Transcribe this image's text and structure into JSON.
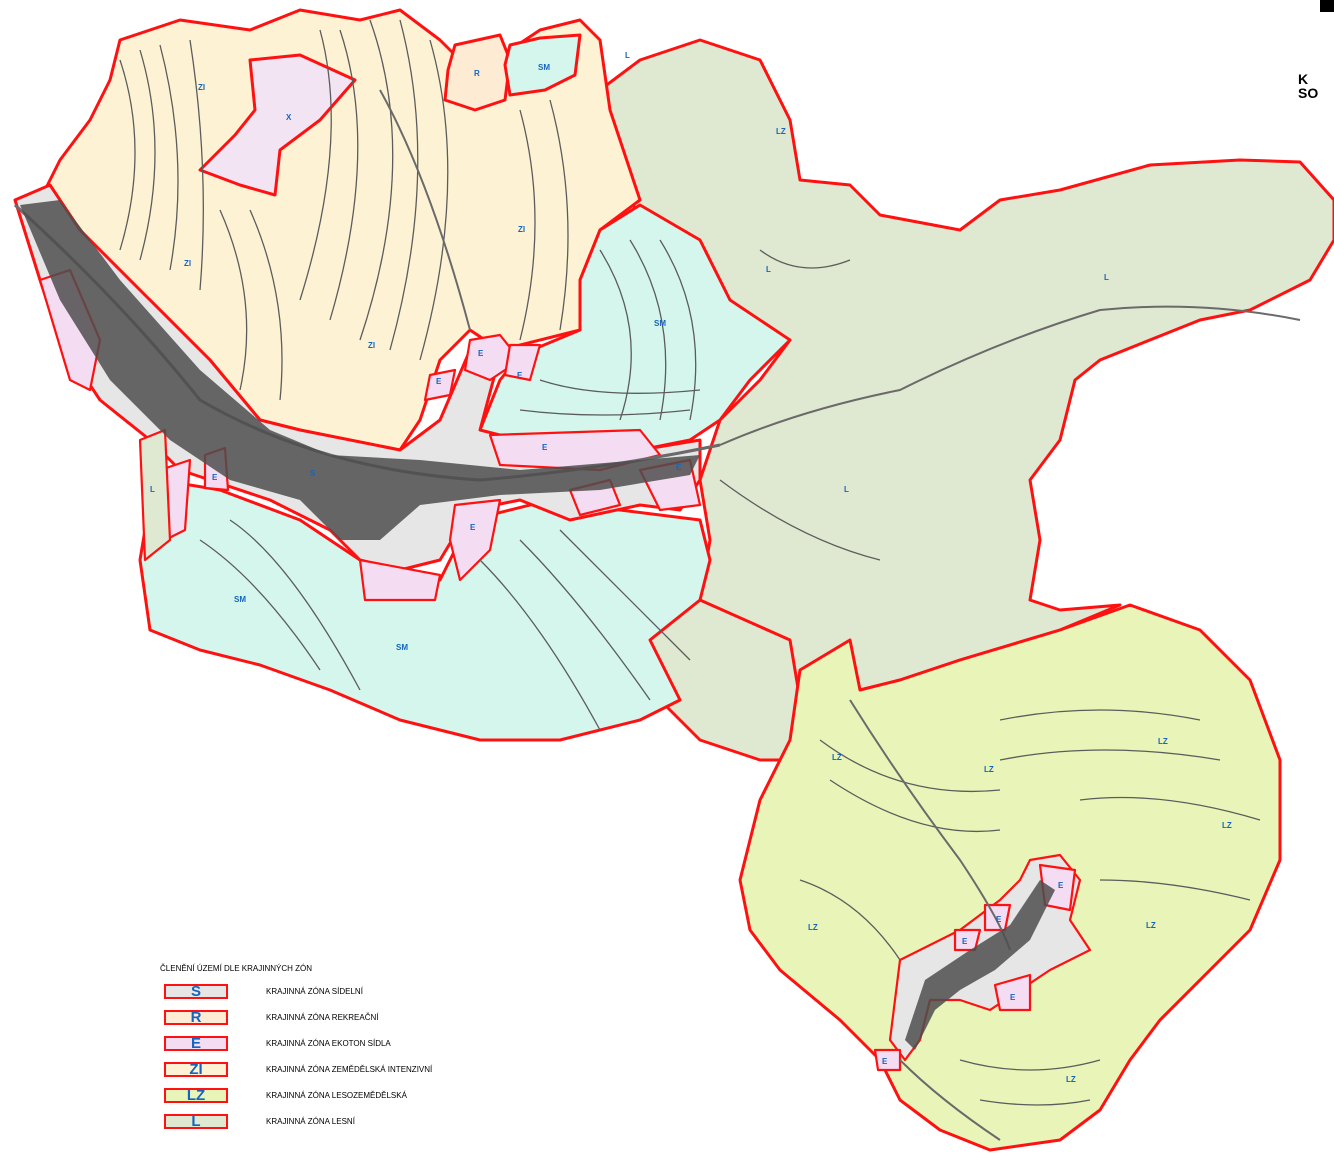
{
  "header": {
    "title_line1": "K",
    "title_line2": "SO"
  },
  "colors": {
    "boundary": "#ff1111",
    "label": "#1565c0",
    "S": "#e6e6e6",
    "R": "#fdebd3",
    "E": "#f4dcf2",
    "ZI": "#fdf3d4",
    "LZ": "#e8f4b8",
    "L": "#dfe8d0",
    "SM": "#d4f6ec",
    "X": "#f3e4f3"
  },
  "map_labels": {
    "x_north": "X",
    "r_north": "R",
    "sm_north": "SM",
    "l_north": "L",
    "lz_north": "LZ",
    "zi_1": "ZI",
    "zi_2": "ZI",
    "zi_3": "ZI",
    "zi_4": "ZI",
    "l_mid": "L",
    "sm_mid": "SM",
    "l_east": "L",
    "l_center": "L",
    "e_1": "E",
    "e_2": "E",
    "e_3": "E",
    "e_4": "E",
    "e_5": "E",
    "e_6": "E",
    "s_main": "S",
    "l_west": "L",
    "e_west": "E",
    "sm_sw": "SM",
    "sm_s": "SM",
    "lz_1": "LZ",
    "lz_2": "LZ",
    "lz_3": "LZ",
    "lz_4": "LZ",
    "lz_5": "LZ",
    "lz_6": "LZ",
    "lz_7": "LZ",
    "e_se1": "E",
    "e_se2": "E",
    "e_se3": "E",
    "e_se4": "E",
    "e_se5": "E"
  },
  "legend": {
    "title": "ČLENĚNÍ ÚZEMÍ DLE KRAJINNÝCH ZÓN",
    "items": [
      {
        "code": "S",
        "label": "KRAJINNÁ ZÓNA SÍDELNÍ",
        "color": "#e6e6e6"
      },
      {
        "code": "R",
        "label": "KRAJINNÁ ZÓNA REKREAČNÍ",
        "color": "#fdebd3"
      },
      {
        "code": "E",
        "label": "KRAJINNÁ ZÓNA EKOTON SÍDLA",
        "color": "#f4dcf2"
      },
      {
        "code": "ZI",
        "label": "KRAJINNÁ ZÓNA ZEMĚDĚLSKÁ INTENZIVNÍ",
        "color": "#fdf3d4"
      },
      {
        "code": "LZ",
        "label": "KRAJINNÁ ZÓNA LESOZEMĚDĚLSKÁ",
        "color": "#e8f4b8"
      },
      {
        "code": "L",
        "label": "KRAJINNÁ ZÓNA LESNÍ",
        "color": "#dfe8d0"
      }
    ]
  }
}
